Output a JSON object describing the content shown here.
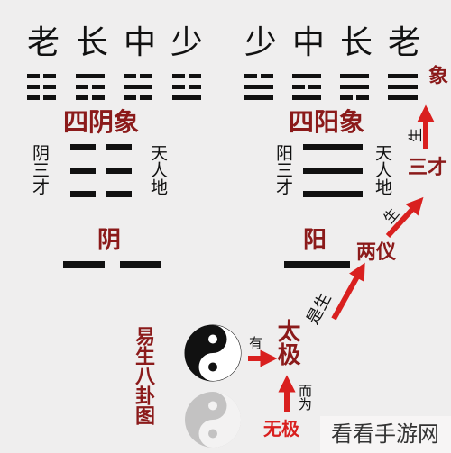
{
  "top_left_labels": [
    "老",
    "长",
    "中",
    "少"
  ],
  "top_right_labels": [
    "少",
    "中",
    "长",
    "老"
  ],
  "si_yin_title": "四阴象",
  "si_yang_title": "四阳象",
  "yin_side_left": "阴三才",
  "yin_side_right": "天人地",
  "yang_side_left": "阳三才",
  "yang_side_right": "天人地",
  "yin_label": "阴",
  "yang_label": "阳",
  "chain": {
    "xiang": "象",
    "sheng_top": "生",
    "san_cai": "三才",
    "sheng_mid": "生",
    "liang_yi": "两仪",
    "shi_sheng": "是生",
    "tai_ji": "太极",
    "you": "有",
    "er_wei": "而为",
    "wu_ji": "无极"
  },
  "side_title": "易生八卦图",
  "watermark": "看看手游网",
  "colors": {
    "background": "#efeeee",
    "ink": "#111111",
    "accent_red": "#8b1a1a",
    "arrow_red": "#d9201f",
    "watermark_bg": "#f7f5f5"
  }
}
